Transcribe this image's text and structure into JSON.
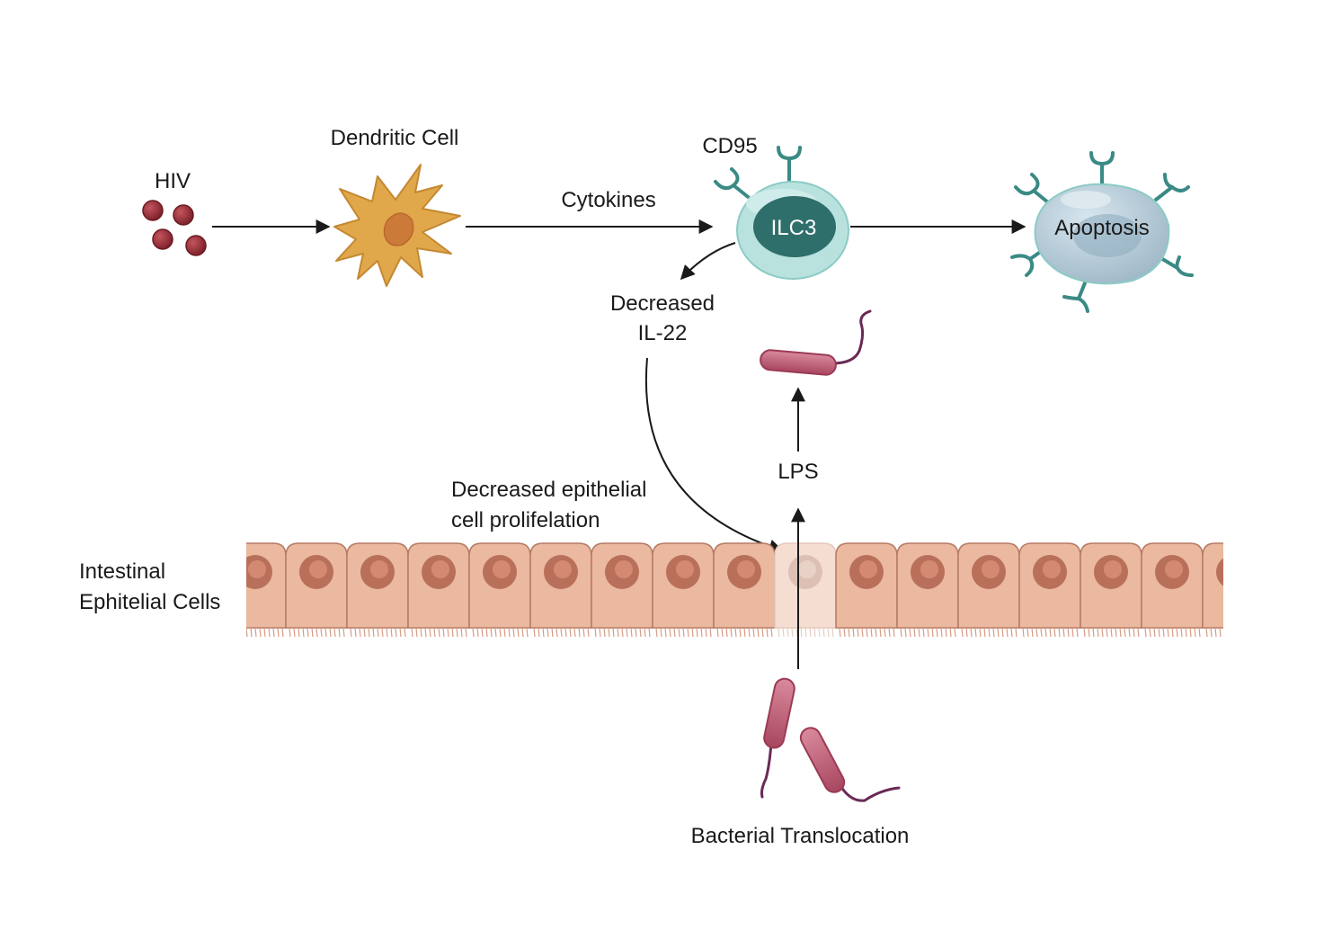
{
  "labels": {
    "hiv": "HIV",
    "dendritic_cell": "Dendritic Cell",
    "cytokines": "Cytokines",
    "cd95": "CD95",
    "ilc3": "ILC3",
    "apoptosis": "Apoptosis",
    "decreased_il22_line1": "Decreased",
    "decreased_il22_line2": "IL-22",
    "lps": "LPS",
    "epithelial_prolif_line1": "Decreased epithelial",
    "epithelial_prolif_line2": "cell prolifelation",
    "intestinal_line1": "Intestinal",
    "intestinal_line2": "Ephitelial Cells",
    "bacterial_translocation": "Bacterial Translocation"
  },
  "colors": {
    "hiv_particle": "#8e2b33",
    "dendritic_body": "#e0a84a",
    "dendritic_nucleus": "#cc7a3a",
    "ilc3_membrane": "#b9e2de",
    "ilc3_nucleus": "#2f6f6b",
    "receptor": "#3a8a85",
    "apoptotic_cell": "#b4cad6",
    "epithelial_cell": "#ebb8a0",
    "epithelial_nucleus": "#b9705a",
    "damaged_cell": "#f5ddd2",
    "bacterium": "#c4627a",
    "flagellum": "#6a2a55",
    "arrow": "#1a1a1a"
  }
}
